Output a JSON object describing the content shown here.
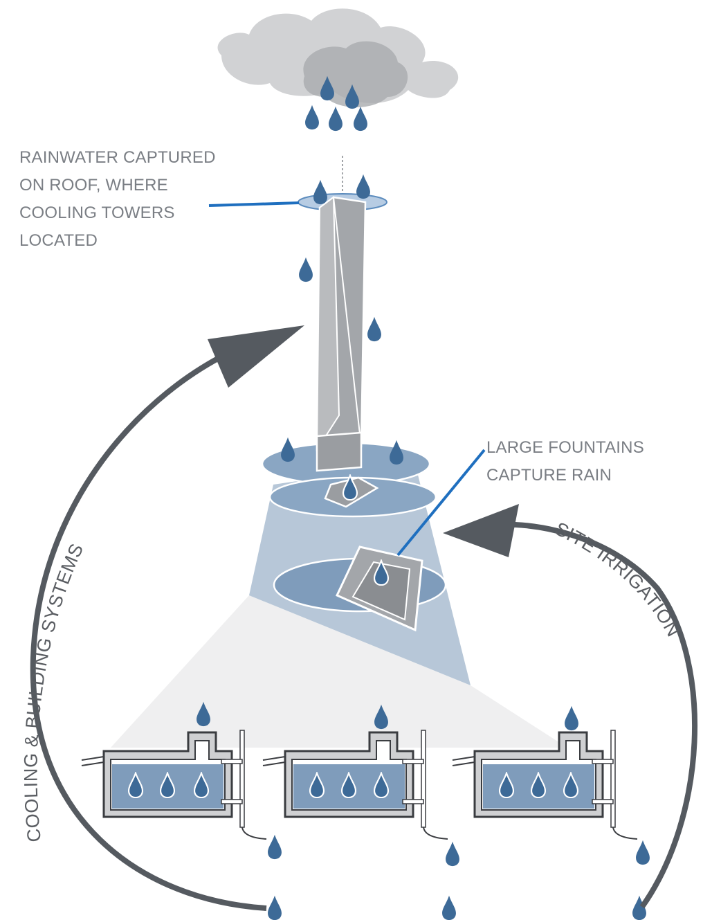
{
  "labels": {
    "roof": [
      "RAINWATER CAPTURED",
      "ON ROOF, WHERE",
      "COOLING TOWERS",
      "LOCATED"
    ],
    "fountains": [
      "LARGE FOUNTAINS",
      "CAPTURE RAIN"
    ]
  },
  "flows": {
    "left": "COOLING & BUILDING SYSTEMS",
    "right": "SITE IRRIGATION"
  },
  "colors": {
    "label_text": "#7a7e84",
    "leader_line": "#1f6fbf",
    "drop": "#3d6a97",
    "water": "#7f9cbb",
    "arrow": "#555a60",
    "cloud": "#b8babd",
    "tower": "#a3a6aa"
  },
  "icons": [
    "cloud-icon",
    "raindrop-icon",
    "tower-icon",
    "cistern-icon",
    "flow-arrow-icon"
  ]
}
